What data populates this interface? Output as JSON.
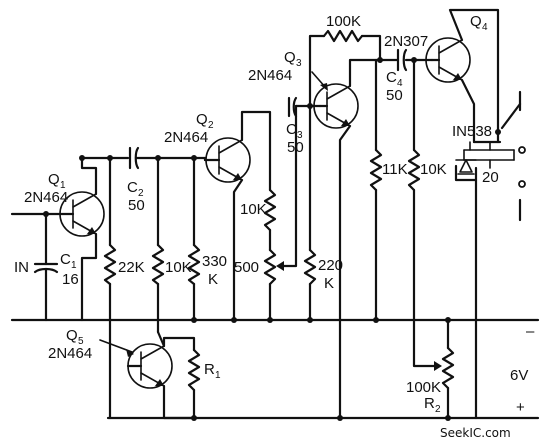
{
  "labels": {
    "q1": "Q",
    "q1_sub": "1",
    "q1_part": "2N464",
    "q2": "Q",
    "q2_sub": "2",
    "q2_part": "2N464",
    "q3": "Q",
    "q3_sub": "3",
    "q3_part": "2N464",
    "q4": "Q",
    "q4_sub": "4",
    "q4_part": "2N307",
    "q5": "Q",
    "q5_sub": "5",
    "q5_part": "2N464",
    "in": "IN",
    "c1": "C",
    "c1_sub": "1",
    "c1_val": "16",
    "c2": "C",
    "c2_sub": "2",
    "c2_val": "50",
    "c3": "C",
    "c3_sub": "3",
    "c3_val": "50",
    "c4": "C",
    "c4_sub": "4",
    "c4_val": "50",
    "r_22k": "22K",
    "r_10k_a": "10K",
    "r_330": "330",
    "r_330_k": "K",
    "r_10k_b": "10K",
    "pot_500": "500",
    "r_220": "220",
    "r_220_k": "K",
    "r_100k_top": "100K",
    "r_11k": "11K",
    "r_10k_c": "10K",
    "r1": "R",
    "r1_sub": "1",
    "r2_val": "100K",
    "r2": "R",
    "r2_sub": "2",
    "diode": "IN538",
    "relay": "20",
    "minus": "–",
    "v6": "6V",
    "plus": "+",
    "watermark": "SeekIC.com"
  }
}
